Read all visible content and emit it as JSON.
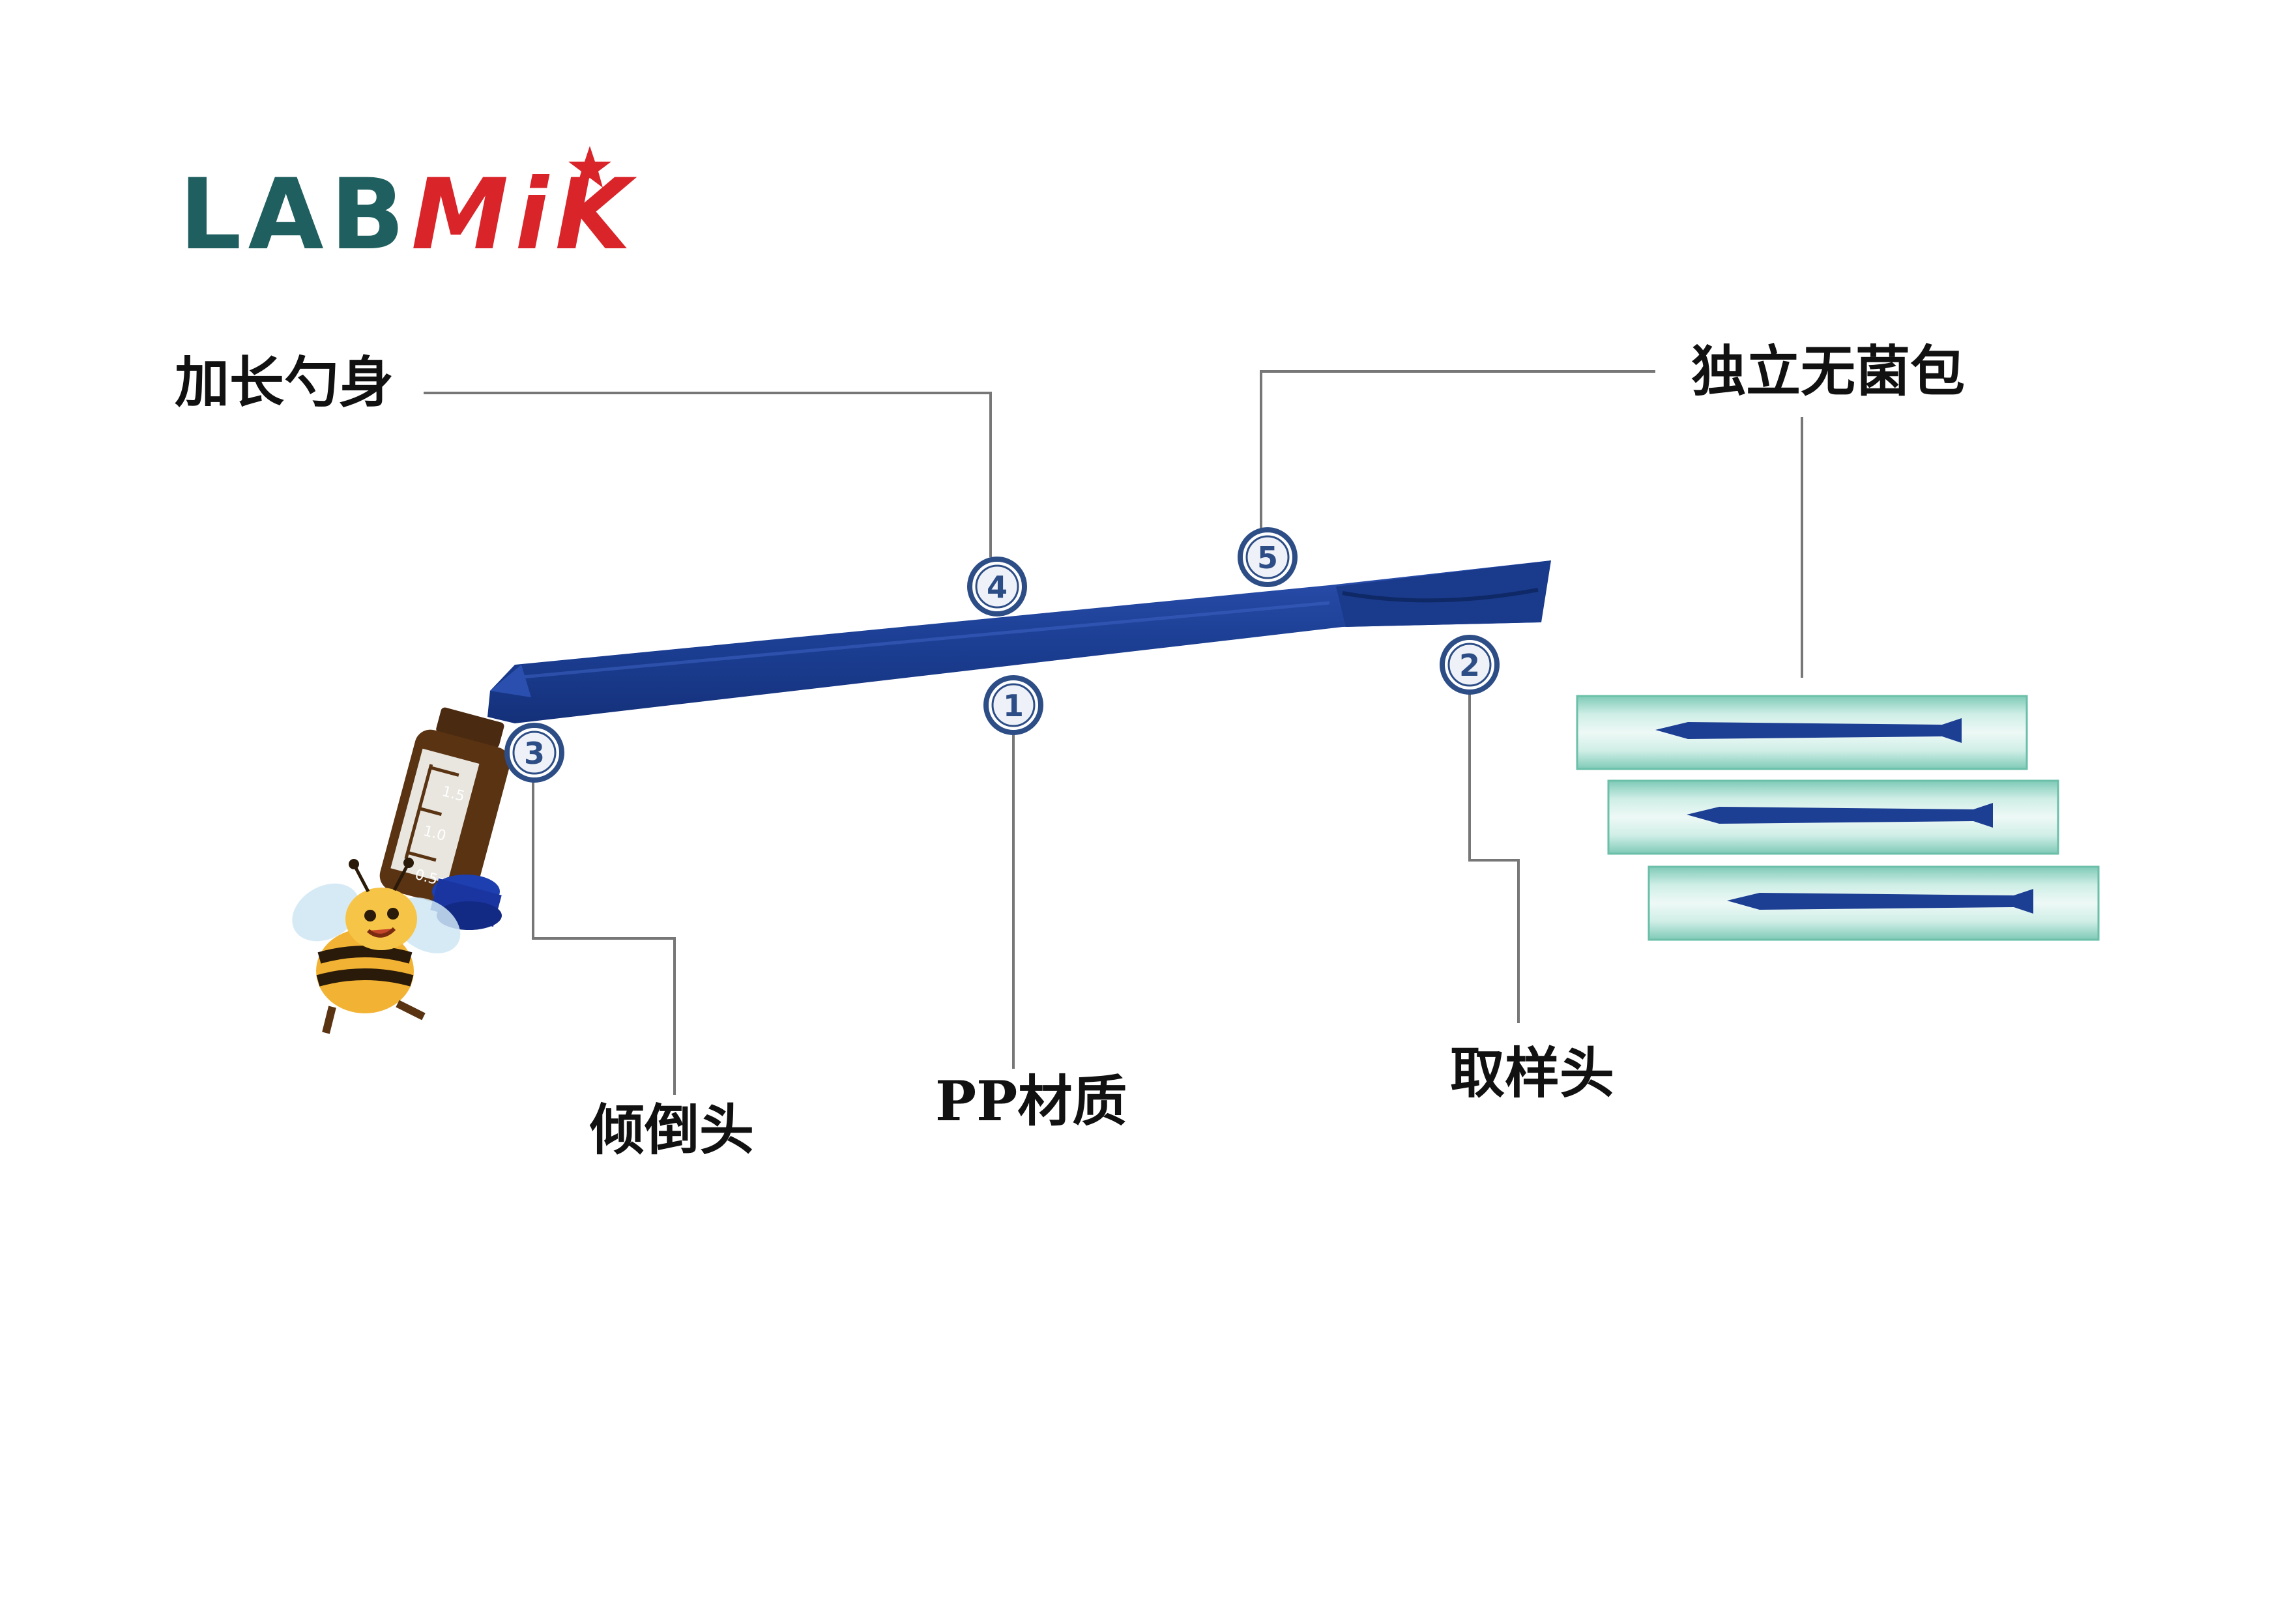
{
  "brand": {
    "logo_left": "LAB",
    "logo_right": "MiK",
    "color_primary": "#1f5f5f",
    "color_accent": "#d9252a"
  },
  "labels": {
    "extended_body": "加长勺身",
    "sterile_pack": "独立无菌包",
    "pour_head": "倾倒头",
    "pp_material": "PP材质",
    "sample_head": "取样头"
  },
  "markers": [
    "1",
    "2",
    "3",
    "4",
    "5"
  ],
  "vial": {
    "graduations": [
      "1.5",
      "1.0",
      "0.5ml"
    ]
  },
  "colors": {
    "scoop": "#1c3f94",
    "scoop_dark": "#14307a",
    "badge": "#2d4d86",
    "pack": "#8fd3c3",
    "leader": "#777777"
  }
}
